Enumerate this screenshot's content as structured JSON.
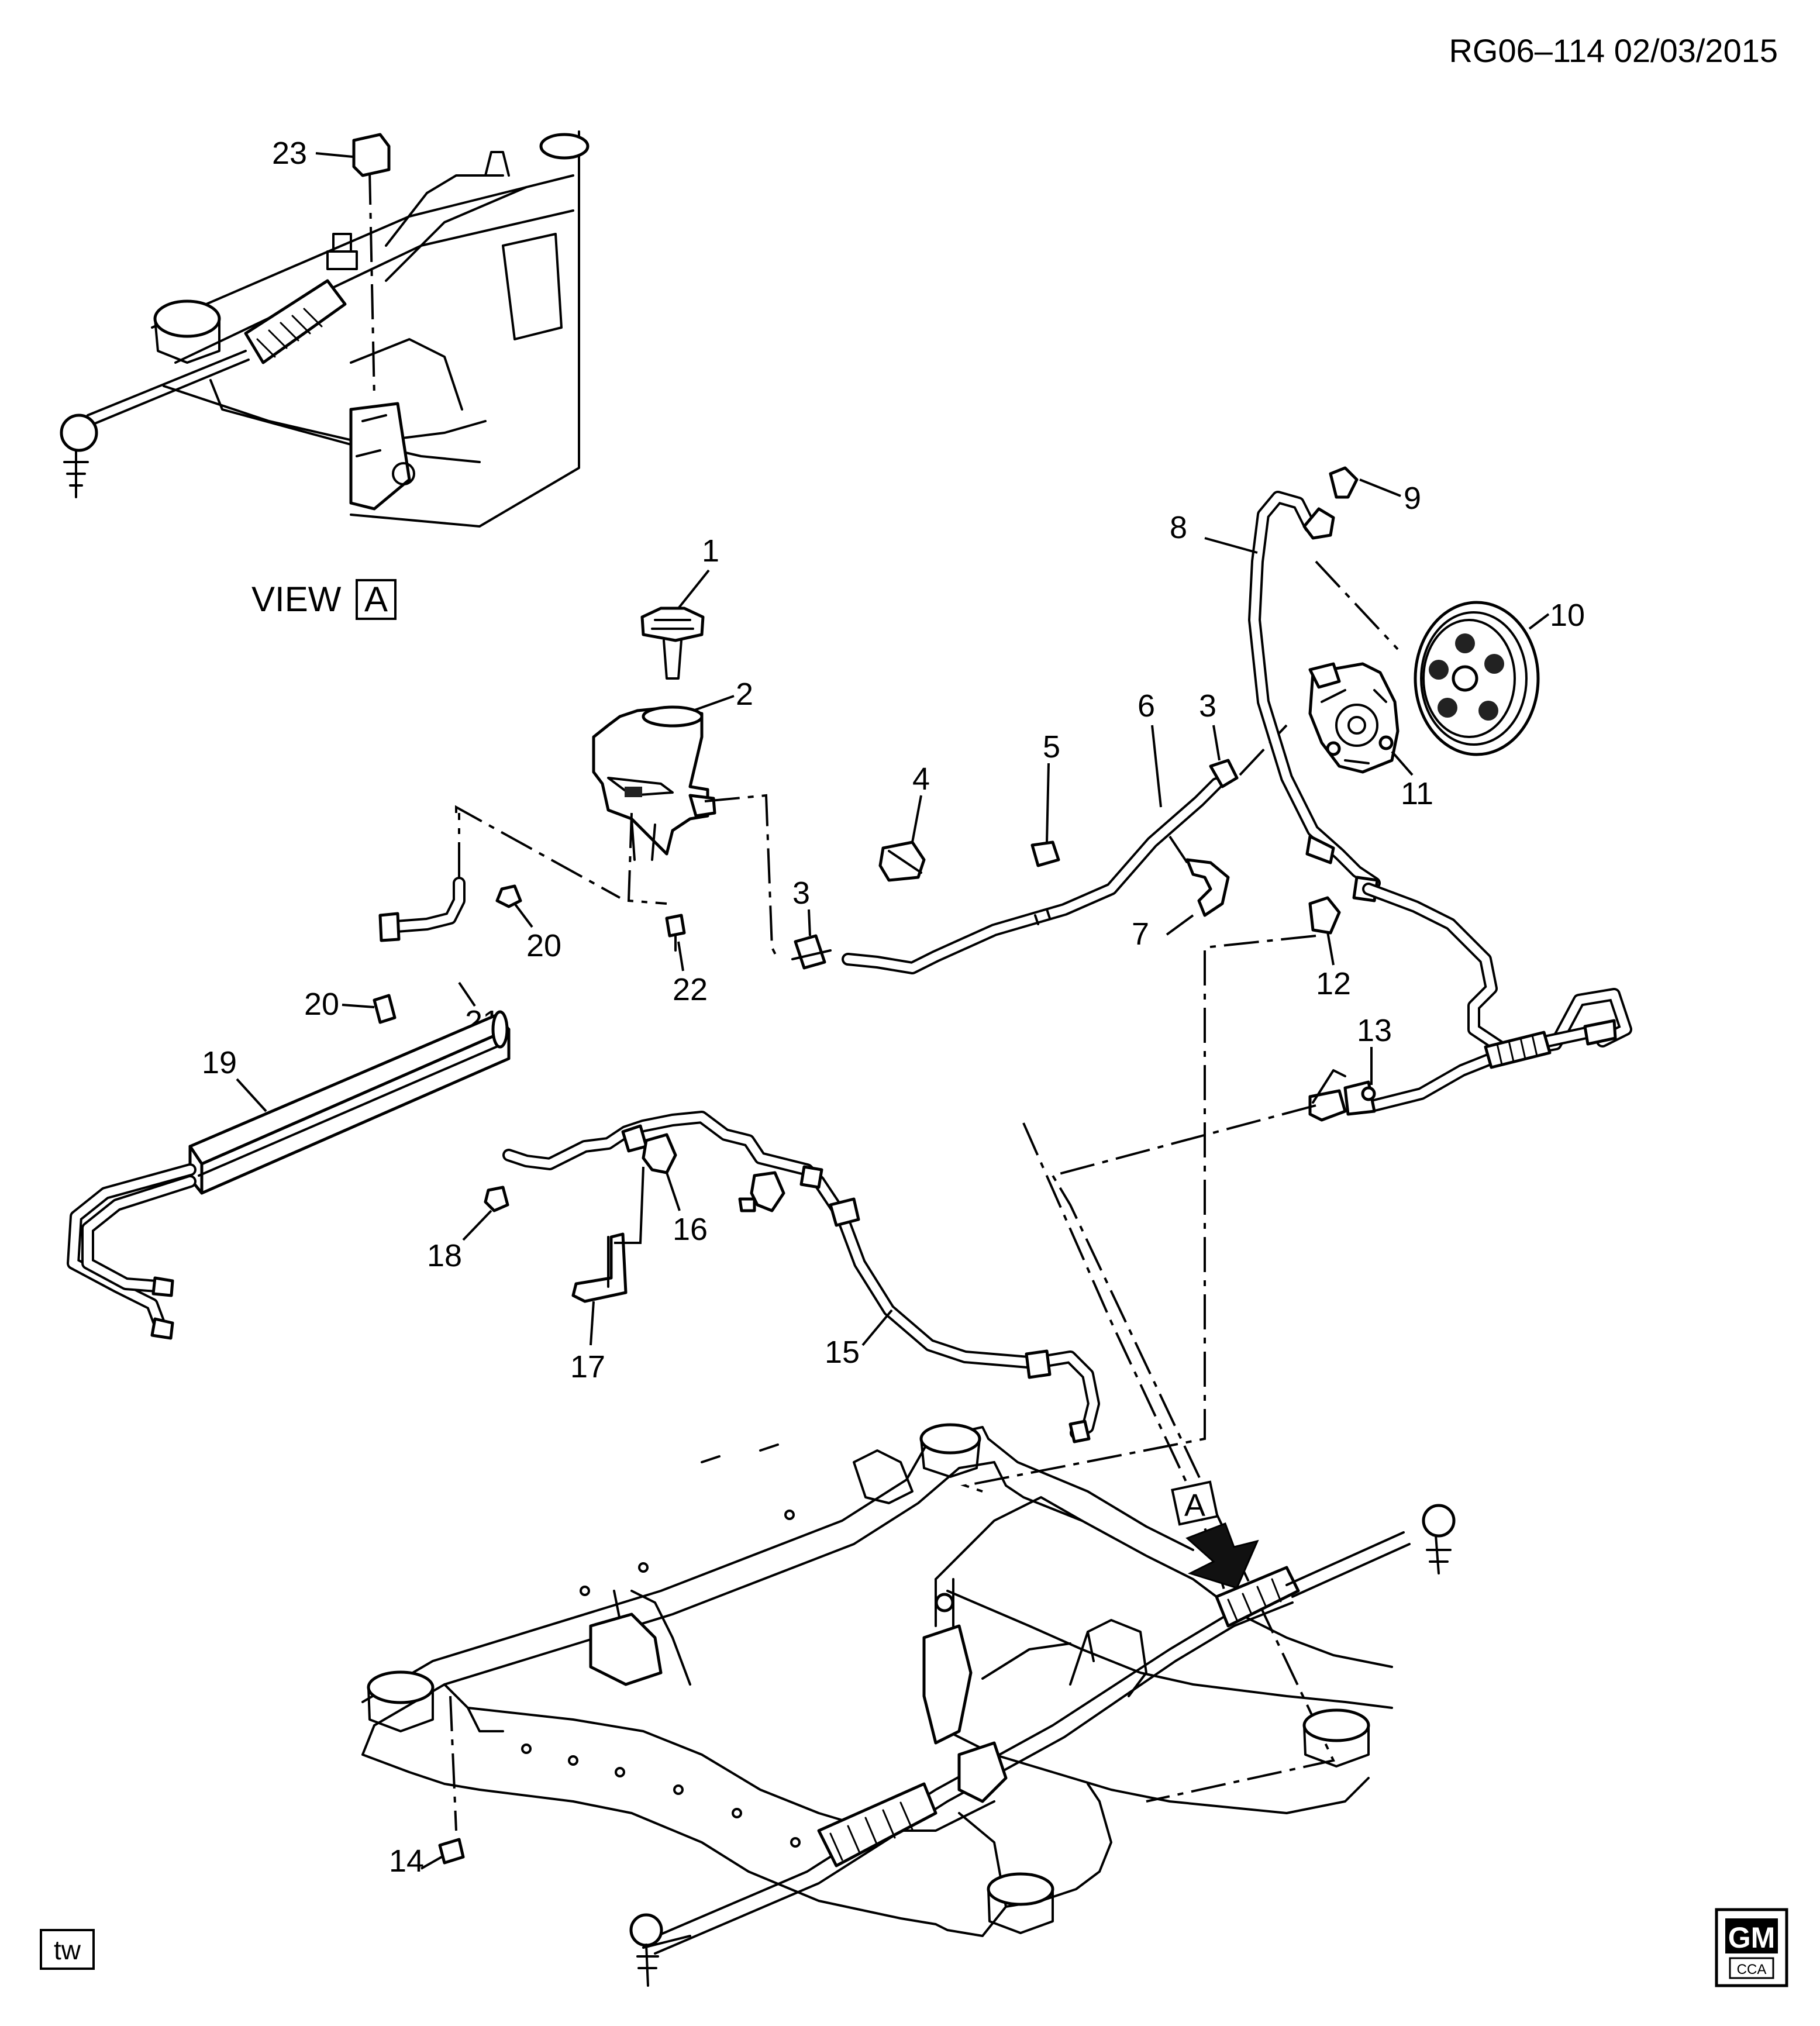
{
  "header": {
    "ref": "RG06–114  02/03/2015"
  },
  "view_label": {
    "text": "VIEW",
    "box": "A"
  },
  "arrow_tag": "A",
  "callouts": [
    "1",
    "2",
    "3",
    "3",
    "4",
    "5",
    "6",
    "7",
    "8",
    "9",
    "10",
    "11",
    "12",
    "13",
    "14",
    "15",
    "16",
    "17",
    "18",
    "19",
    "20",
    "20",
    "21",
    "22",
    "23"
  ],
  "footer": {
    "left_box": "tw",
    "logo_top": "GM",
    "logo_bottom": "CCA"
  }
}
